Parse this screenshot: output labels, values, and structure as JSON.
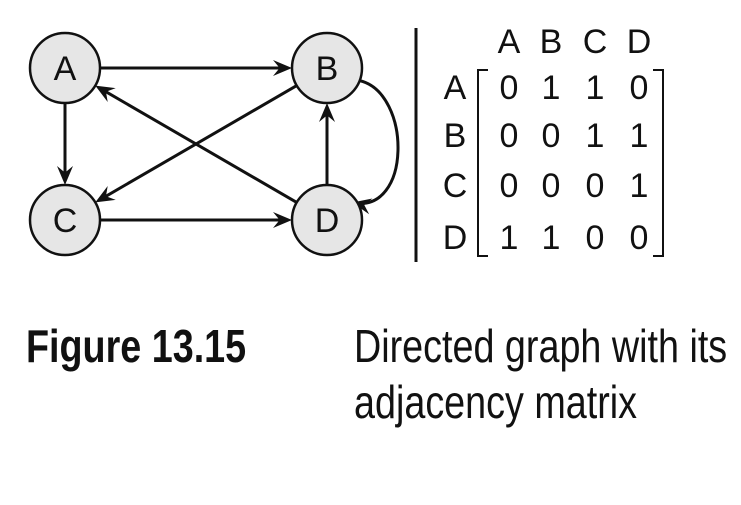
{
  "graph": {
    "nodes": [
      {
        "id": "A",
        "label": "A"
      },
      {
        "id": "B",
        "label": "B"
      },
      {
        "id": "C",
        "label": "C"
      },
      {
        "id": "D",
        "label": "D"
      }
    ],
    "edges": [
      {
        "from": "A",
        "to": "B"
      },
      {
        "from": "A",
        "to": "C"
      },
      {
        "from": "B",
        "to": "C"
      },
      {
        "from": "B",
        "to": "D"
      },
      {
        "from": "C",
        "to": "D"
      },
      {
        "from": "D",
        "to": "A"
      },
      {
        "from": "D",
        "to": "B"
      }
    ]
  },
  "matrix": {
    "col_headers": [
      "A",
      "B",
      "C",
      "D"
    ],
    "row_headers": [
      "A",
      "B",
      "C",
      "D"
    ],
    "rows": [
      [
        "0",
        "1",
        "1",
        "0"
      ],
      [
        "0",
        "0",
        "1",
        "1"
      ],
      [
        "0",
        "0",
        "0",
        "1"
      ],
      [
        "1",
        "1",
        "0",
        "0"
      ]
    ]
  },
  "caption": {
    "label": "Figure 13.15",
    "text": "Directed graph with its adjacency matrix"
  }
}
